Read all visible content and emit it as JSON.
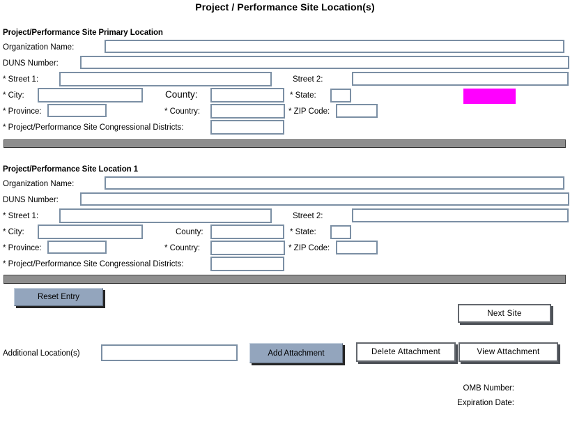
{
  "page_title": "Project / Performance Site Location(s)",
  "sections": [
    {
      "heading": "Project/Performance Site Primary Location",
      "labels": {
        "organization": "Organization Name:",
        "duns": "DUNS Number:",
        "street1": "* Street 1:",
        "street2": "Street 2:",
        "city": "* City:",
        "county": "County:",
        "state": "* State:",
        "province": "* Province:",
        "country": "* Country:",
        "zip": "* ZIP Code:",
        "districts": "* Project/Performance Site Congressional Districts:"
      },
      "values": {
        "organization": "",
        "duns": "",
        "street1": "",
        "street2": "",
        "city": "",
        "county": "",
        "state": "",
        "province": "",
        "country": "",
        "zip": "",
        "districts": ""
      }
    },
    {
      "heading": "Project/Performance Site Location 1",
      "labels": {
        "organization": "Organization Name:",
        "duns": "DUNS Number:",
        "street1": "* Street 1:",
        "street2": "Street 2:",
        "city": "* City:",
        "county": "County:",
        "state": "* State:",
        "province": "* Province:",
        "country": "* Country:",
        "zip": "* ZIP Code:",
        "districts": "* Project/Performance Site Congressional Districts:"
      },
      "values": {
        "organization": "",
        "duns": "",
        "street1": "",
        "street2": "",
        "city": "",
        "county": "",
        "state": "",
        "province": "",
        "country": "",
        "zip": "",
        "districts": ""
      }
    }
  ],
  "buttons": {
    "reset_entry": "Reset Entry",
    "next_site": "Next Site",
    "add_attachment": "Add Attachment",
    "delete_attachment": "Delete Attachment",
    "view_attachment": "View Attachment"
  },
  "additional": {
    "label": "Additional Location(s)",
    "value": ""
  },
  "footer": {
    "omb_number_label": "OMB Number:",
    "expiration_date_label": "Expiration Date:"
  },
  "colors": {
    "button_accent": "#93a5bd",
    "highlight": "#ff00ff",
    "divider": "#8e8e8e",
    "input_border": "#7b8fa4"
  }
}
